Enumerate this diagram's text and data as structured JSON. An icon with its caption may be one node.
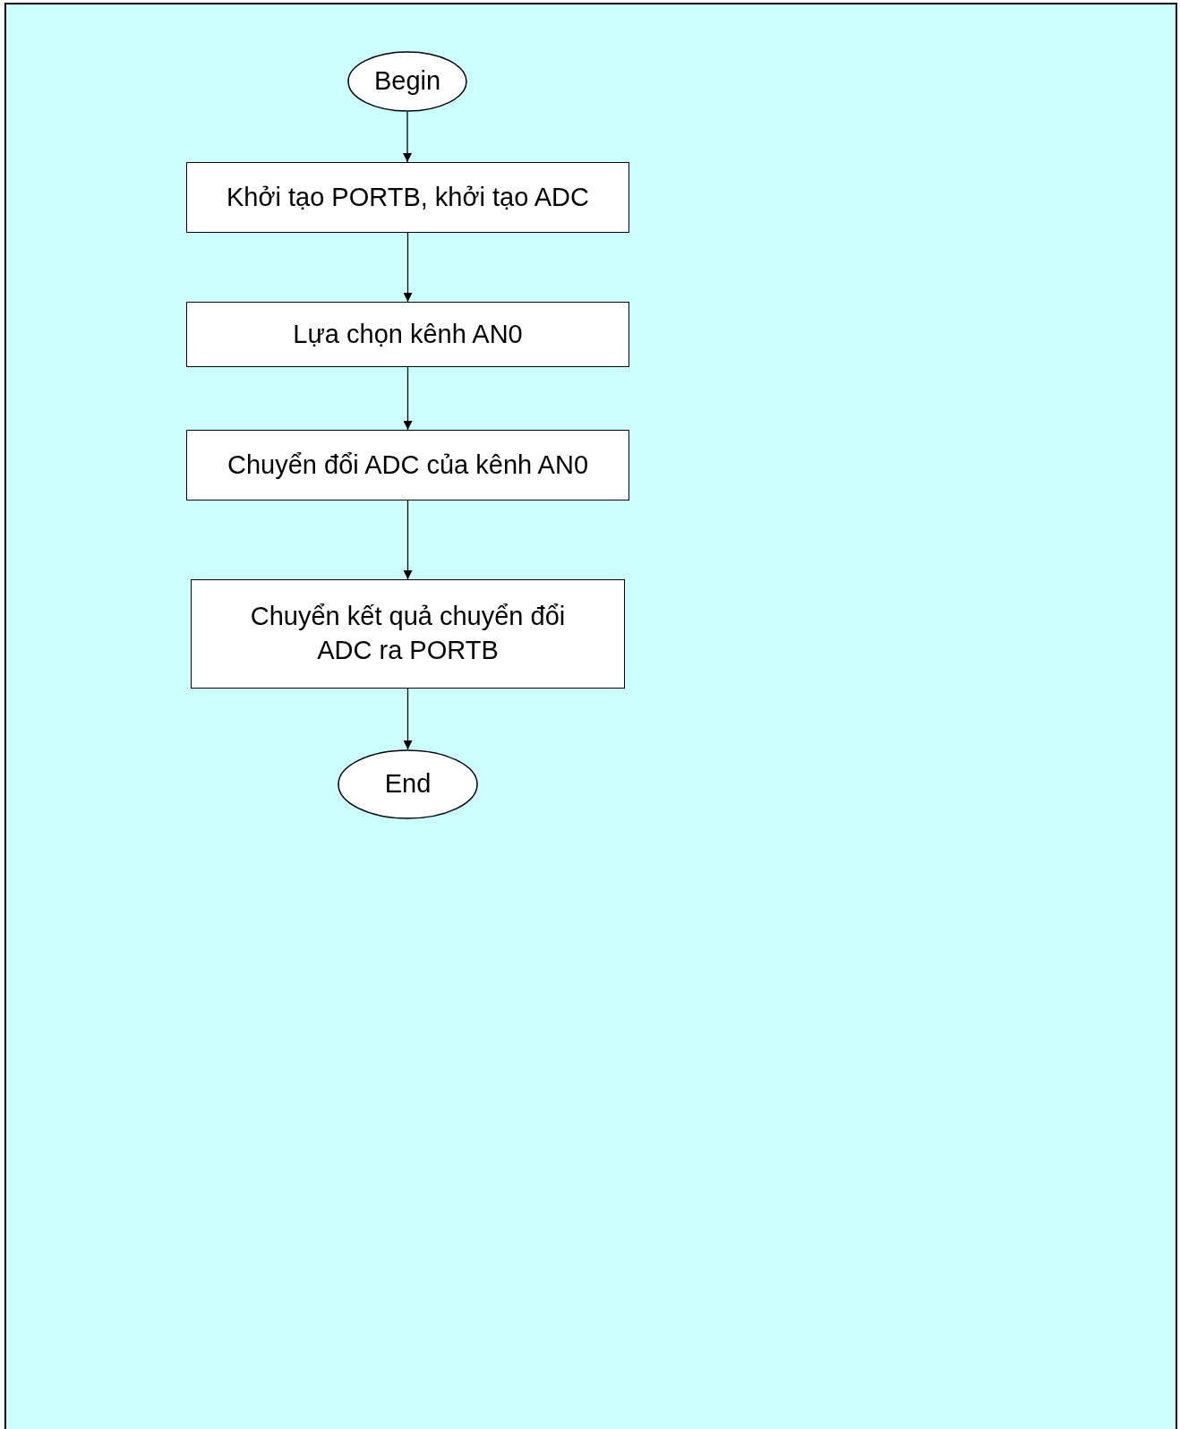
{
  "diagram": {
    "nodes": [
      {
        "text": [
          "Begin"
        ]
      },
      {
        "text": [
          "Khởi tạo PORTB, khởi tạo ADC"
        ]
      },
      {
        "text": [
          "Lựa chọn kênh AN0"
        ]
      },
      {
        "text": [
          "Chuyển đổi ADC của kênh AN0"
        ]
      },
      {
        "text": [
          "Chuyển kết quả chuyển đổi ADC ra PORTB"
        ]
      },
      {
        "text": [
          "End"
        ]
      }
    ],
    "edges": [
      {
        "from": 0,
        "to": 1,
        "arrow": "to"
      },
      {
        "from": 1,
        "to": 2,
        "arrow": "to"
      },
      {
        "from": 2,
        "to": 3,
        "arrow": "to"
      },
      {
        "from": 3,
        "to": 4,
        "arrow": "to"
      },
      {
        "from": 4,
        "to": 5,
        "arrow": "to"
      }
    ]
  }
}
